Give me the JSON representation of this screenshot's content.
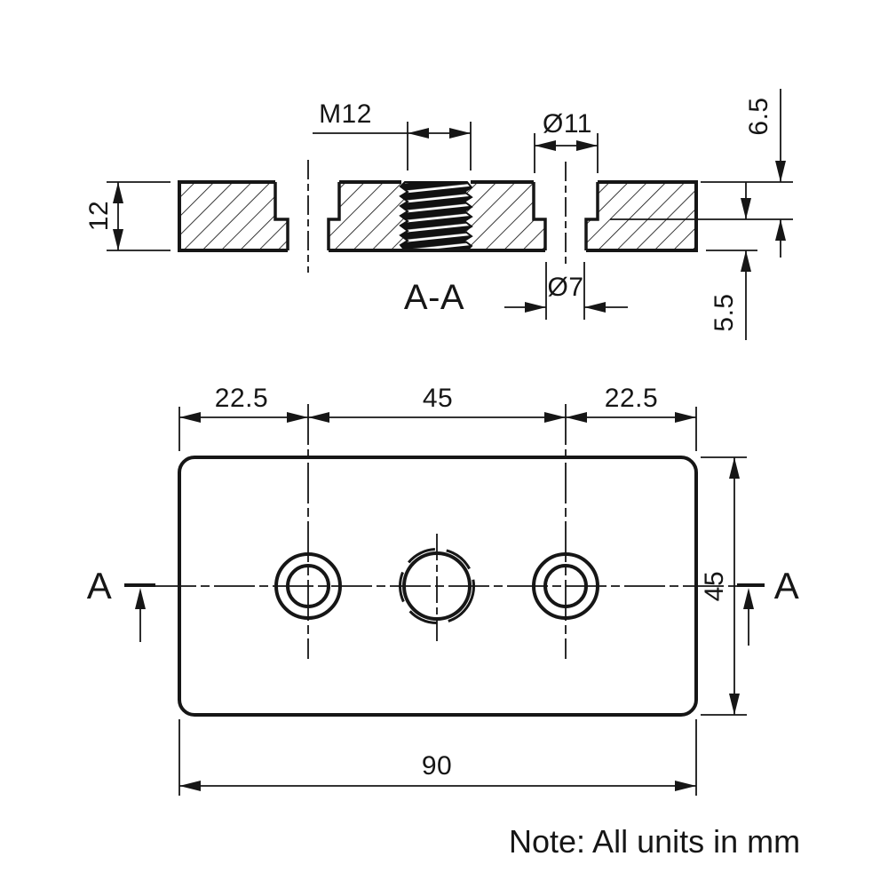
{
  "drawing": {
    "note": "Note: All units in mm",
    "section_view": {
      "label": "A-A",
      "dim_thickness": "12",
      "dim_thread": "M12",
      "dim_counterbore_dia": "Ø11",
      "dim_counterbore_depth": "6.5",
      "dim_through_depth": "5.5",
      "dim_through_dia": "Ø7"
    },
    "plan_view": {
      "dim_left_offset": "22.5",
      "dim_hole_spacing": "45",
      "dim_right_offset": "22.5",
      "dim_plate_height": "45",
      "dim_plate_width": "90",
      "section_marker_left": "A",
      "section_marker_right": "A"
    },
    "colors": {
      "line": "#161616",
      "background": "#ffffff"
    }
  }
}
